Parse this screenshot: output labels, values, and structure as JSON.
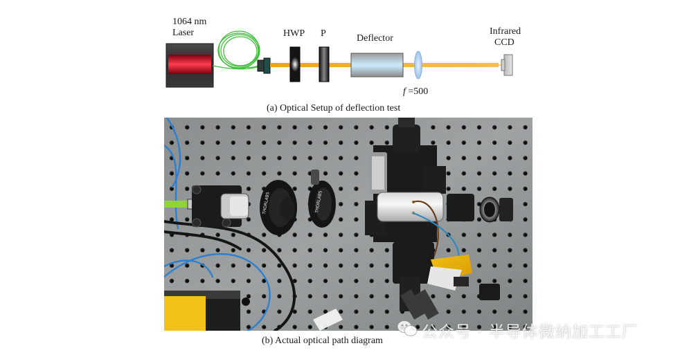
{
  "schematic": {
    "laser_line1": "1064 nm",
    "laser_line2": "Laser",
    "hwp": "HWP",
    "polarizer": "P",
    "deflector": "Deflector",
    "ccd_line1": "Infrared",
    "ccd_line2": "CCD",
    "focal_symbol": "f",
    "focal_value": " =500",
    "beam_color": "#f3a81c",
    "fiber_color": "#3fbf3a"
  },
  "captions": {
    "a": "(a) Optical Setup of deflection test",
    "b": "(b) Actual optical path diagram"
  },
  "photo": {
    "mount_label_1": "THORLABS",
    "mount_label_2": "THORLABS"
  },
  "watermark": {
    "text": "公众号 · 半导体微纳加工工厂"
  }
}
